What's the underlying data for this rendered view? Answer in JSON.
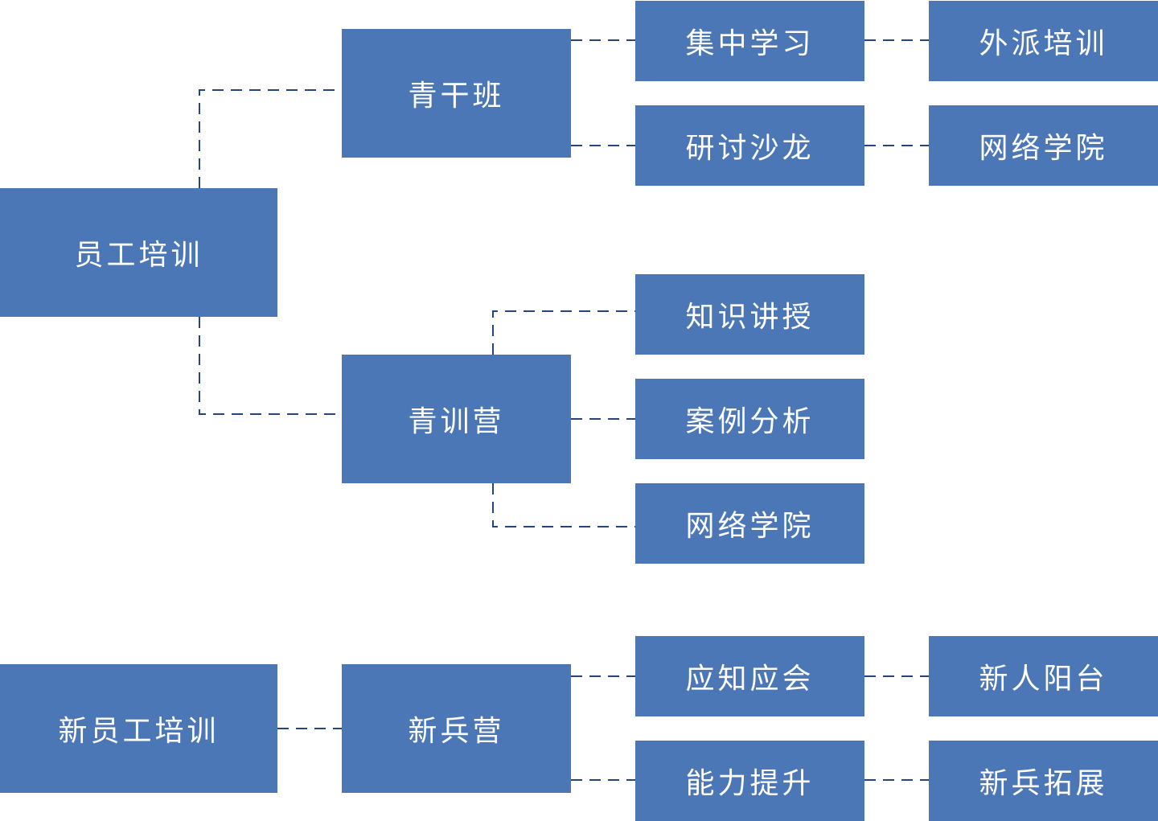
{
  "colors": {
    "node_fill": "#4b77b7",
    "node_text": "#ffffff",
    "connector": "#24467f",
    "background": "#ffffff"
  },
  "connector_style": "dashed",
  "nodes": {
    "staff_training": "员工培训",
    "youth_cadre_class": "青干班",
    "focused_study": "集中学习",
    "external_training": "外派培训",
    "seminar_salon": "研讨沙龙",
    "online_academy_1": "网络学院",
    "youth_training_camp": "青训营",
    "knowledge_lecture": "知识讲授",
    "case_analysis": "案例分析",
    "online_academy_2": "网络学院",
    "new_staff_training": "新员工培训",
    "recruit_camp": "新兵营",
    "essential_knowledge": "应知应会",
    "newcomer_stage": "新人阳台",
    "skill_improvement": "能力提升",
    "recruit_outreach": "新兵拓展"
  },
  "edges": [
    [
      "staff_training",
      "youth_cadre_class"
    ],
    [
      "staff_training",
      "youth_training_camp"
    ],
    [
      "youth_cadre_class",
      "focused_study"
    ],
    [
      "youth_cadre_class",
      "seminar_salon"
    ],
    [
      "focused_study",
      "external_training"
    ],
    [
      "seminar_salon",
      "online_academy_1"
    ],
    [
      "youth_training_camp",
      "knowledge_lecture"
    ],
    [
      "youth_training_camp",
      "case_analysis"
    ],
    [
      "youth_training_camp",
      "online_academy_2"
    ],
    [
      "new_staff_training",
      "recruit_camp"
    ],
    [
      "recruit_camp",
      "essential_knowledge"
    ],
    [
      "recruit_camp",
      "skill_improvement"
    ],
    [
      "essential_knowledge",
      "newcomer_stage"
    ],
    [
      "skill_improvement",
      "recruit_outreach"
    ]
  ]
}
